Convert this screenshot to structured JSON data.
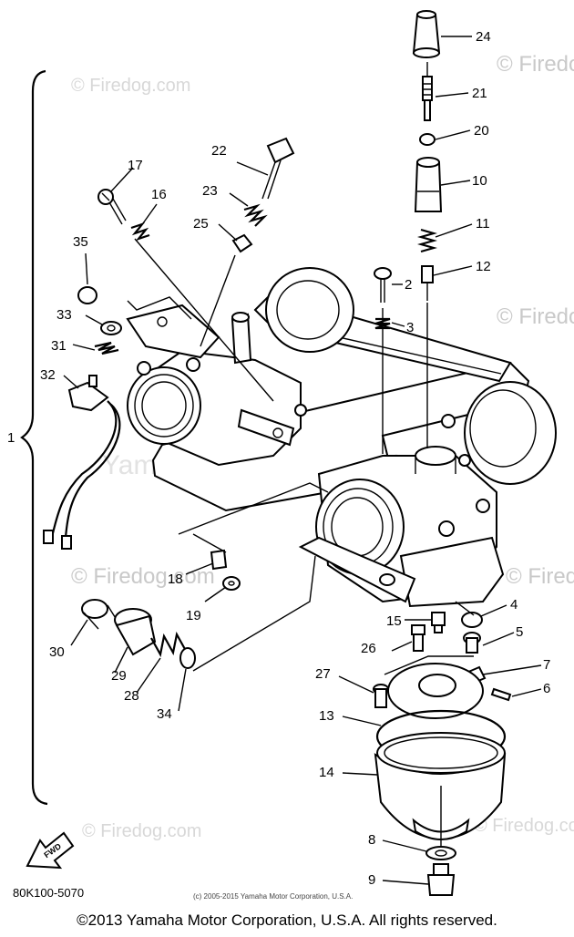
{
  "watermarks": {
    "top_left": "© Firedog.com",
    "top_right": "© Firedog",
    "mid_right": "© Firedog",
    "lower_left": "© Firedog.com",
    "lower_right": "© Firedo",
    "bottom_left": "© Firedog.com",
    "bottom_right": "© Firedog.com",
    "center": "Yamaha Motor Corporation"
  },
  "callouts": {
    "c1": "1",
    "c2": "2",
    "c3": "3",
    "c4": "4",
    "c5": "5",
    "c6": "6",
    "c7": "7",
    "c8": "8",
    "c9": "9",
    "c10": "10",
    "c11": "11",
    "c12": "12",
    "c13": "13",
    "c14": "14",
    "c15": "15",
    "c16": "16",
    "c17": "17",
    "c18": "18",
    "c19": "19",
    "c20": "20",
    "c21": "21",
    "c22": "22",
    "c23": "23",
    "c24": "24",
    "c25": "25",
    "c26": "26",
    "c27": "27",
    "c28": "28",
    "c29": "29",
    "c30": "30",
    "c31": "31",
    "c32": "32",
    "c33": "33",
    "c34": "34",
    "c35": "35"
  },
  "fwd_label": "FWD",
  "diagram_code": "80K100-5070",
  "small_copyright": "(c) 2005-2015 Yamaha Motor Corporation, U.S.A.",
  "copyright": "©2013 Yamaha Motor Corporation, U.S.A. All rights reserved."
}
